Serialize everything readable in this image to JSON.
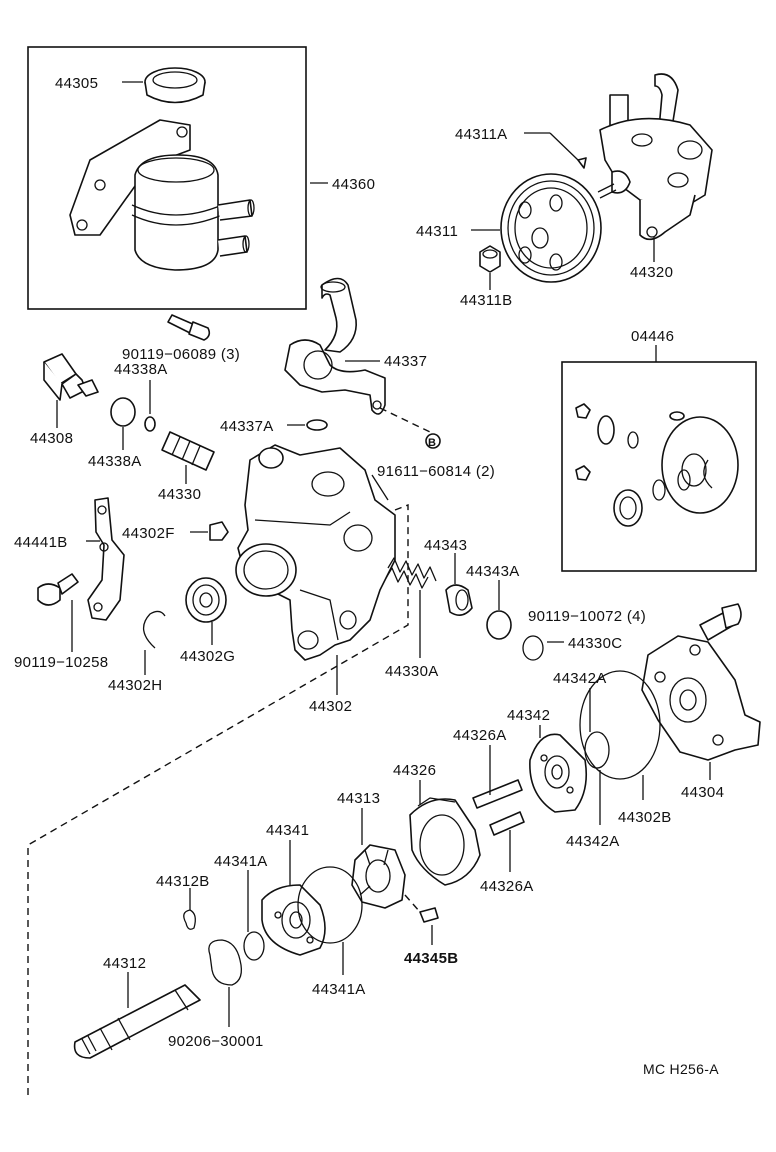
{
  "diagram": {
    "code": "MC H256-A",
    "labels": {
      "l44305": "44305",
      "l44360": "44360",
      "l44311A": "44311A",
      "l44311": "44311",
      "l44311B": "44311B",
      "l44320": "44320",
      "l90119_06089": "90119−06089 (3)",
      "l44338A_1": "44338A",
      "l44337": "44337",
      "l44308": "44308",
      "l44338A_2": "44338A",
      "l44337A": "44337A",
      "l91611": "91611−60814 (2)",
      "l44330": "44330",
      "l04446": "04446",
      "l44441B": "44441B",
      "l44302F": "44302F",
      "l44343": "44343",
      "l44343A": "44343A",
      "l90119_10258": "90119−10258",
      "l44302G": "44302G",
      "l44302H": "44302H",
      "l44330A": "44330A",
      "l90119_10072": "90119−10072 (4)",
      "l44330C": "44330C",
      "l44302": "44302",
      "l44342A_1": "44342A",
      "l44342": "44342",
      "l44326A_1": "44326A",
      "l44304": "44304",
      "l44326": "44326",
      "l44302B": "44302B",
      "l44313": "44313",
      "l44342A_2": "44342A",
      "l44341": "44341",
      "l44341A_1": "44341A",
      "l44326A_2": "44326A",
      "l44312B": "44312B",
      "l44345B": "44345B",
      "l44312": "44312",
      "l44341A_2": "44341A",
      "l90206": "90206−30001"
    },
    "callout_letter": "B"
  }
}
